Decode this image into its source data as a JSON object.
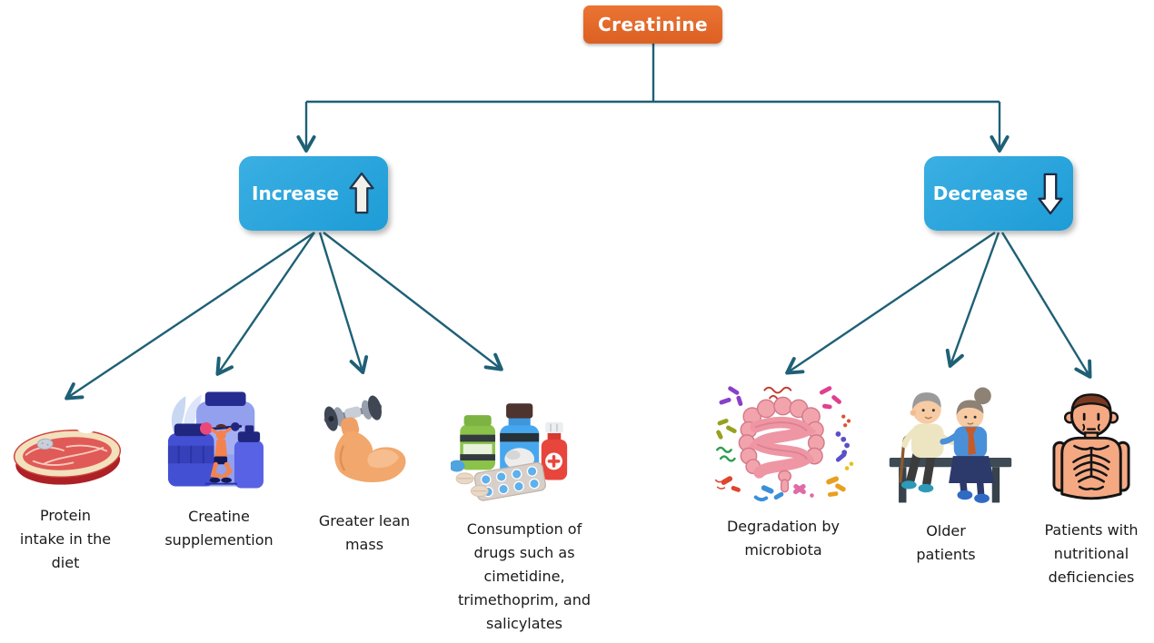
{
  "root": {
    "label": "Creatinine",
    "box_color": "#E2672C"
  },
  "branches": {
    "increase": {
      "label": "Increase",
      "icon": "up-block-arrow-icon",
      "box_color": "#29A7DF",
      "items": [
        {
          "icon": "steak-illustration",
          "caption": "Protein\nintake in the\ndiet"
        },
        {
          "icon": "creatine-supplements-illustration",
          "caption": "Creatine\nsupplemention"
        },
        {
          "icon": "muscular-arm-dumbbell-illustration",
          "caption": "Greater lean\nmass"
        },
        {
          "icon": "medicines-illustration",
          "caption": "Consumption of\ndrugs such as\ncimetidine,\ntrimethoprim, and\nsalicylates"
        }
      ]
    },
    "decrease": {
      "label": "Decrease",
      "icon": "down-block-arrow-icon",
      "box_color": "#29A7DF",
      "items": [
        {
          "icon": "gut-microbiota-illustration",
          "caption": "Degradation by\nmicrobiota"
        },
        {
          "icon": "elderly-couple-illustration",
          "caption": "Older\npatients"
        },
        {
          "icon": "malnourished-patient-illustration",
          "caption": "Patients with\nnutritional\ndeficiencies"
        }
      ]
    }
  },
  "colors": {
    "connector": "#1E6076",
    "caption_text": "#1A1A1A",
    "background": "#FFFFFF"
  }
}
